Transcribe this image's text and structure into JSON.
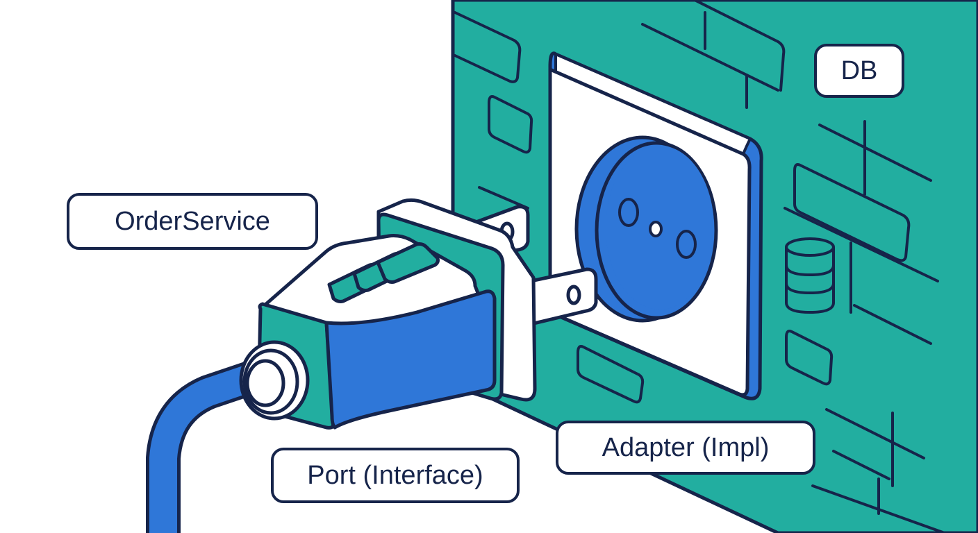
{
  "labels": {
    "db": "DB",
    "order_service": "OrderService",
    "port": "Port (Interface)",
    "adapter": "Adapter (Impl)"
  },
  "colors": {
    "wall": "#22aea0",
    "outline": "#16244a",
    "plug_blue": "#2f77d8",
    "plug_teal": "#22aea0",
    "outlet_plate": "#ffffff",
    "background": "#ffffff"
  },
  "icons": {
    "db_glyph": "database-cylinder-icon",
    "plug": "power-plug-icon",
    "outlet": "wall-socket-icon"
  }
}
